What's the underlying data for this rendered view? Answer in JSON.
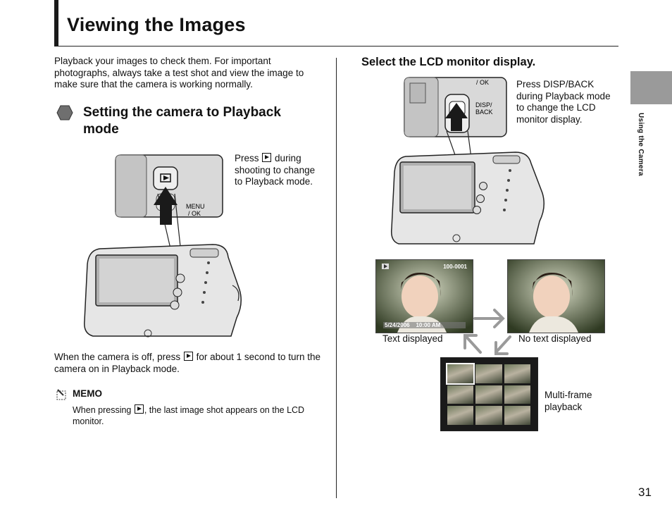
{
  "page": {
    "title": "Viewing the Images",
    "side_tab_label": "Using the Camera",
    "page_number": "31"
  },
  "left": {
    "intro": "Playback your images to check them. For important photographs, always take a test shot and view the image to make sure that the camera is working normally.",
    "section_heading": "Setting the camera to Playback mode",
    "press_before": "Press",
    "press_after": "during shooting to change to Playback mode.",
    "menu_label_1": "MENU",
    "menu_label_2": "/ OK",
    "off_before": "When the camera is off, press",
    "off_after": "for about 1 second to turn the camera on in Playback mode.",
    "memo_heading": "MEMO",
    "memo_before": "When pressing",
    "memo_after": ", the last image shot appears on the LCD monitor."
  },
  "right": {
    "heading": "Select the LCD monitor display.",
    "press_text": "Press DISP/BACK during Playback mode to change the LCD monitor display.",
    "ok_label": "/ OK",
    "disp_label_1": "DISP/",
    "disp_label_2": "BACK",
    "frame_number": "100-0001",
    "frame_date": "5/24/2006",
    "frame_time": "10:00 AM",
    "caption_text": "Text displayed",
    "caption_no_text": "No text displayed",
    "caption_multi": "Multi-frame playback"
  },
  "colors": {
    "side_tab": "#9a9a9a",
    "section_icon": "#6f6f6f",
    "arrow": "#9a9a9a"
  },
  "icons": [
    "playback-button-icon",
    "section-hexagon-icon",
    "memo-pencil-icon",
    "transition-arrow-icon"
  ]
}
